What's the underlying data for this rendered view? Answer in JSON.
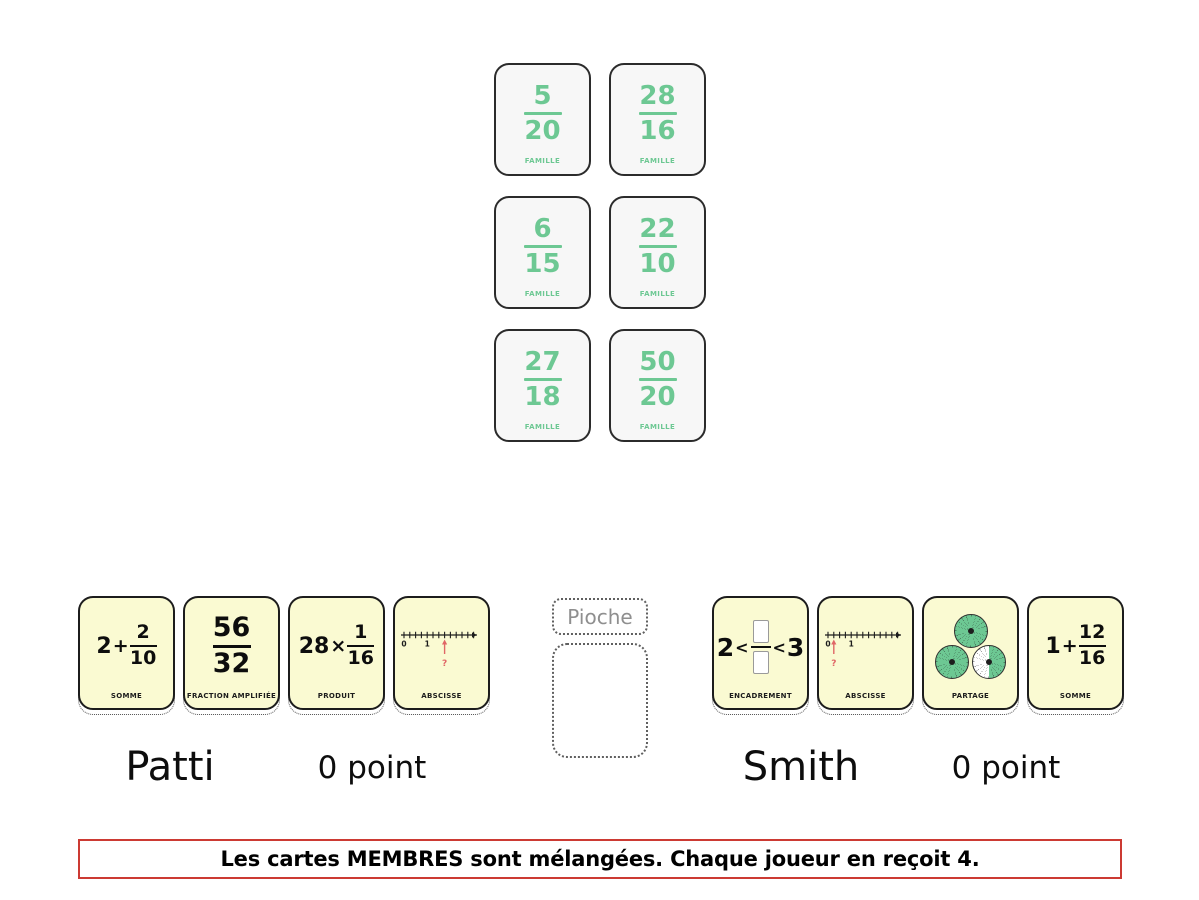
{
  "colors": {
    "accent_green": "#6dc893",
    "famille_card_bg": "#f7f7f7",
    "hand_card_bg": "#fafad2",
    "alert_border_red": "#cc3a33",
    "marker_red": "#e06666"
  },
  "famille_cards": [
    {
      "num": "5",
      "den": "20",
      "label": "FAMILLE"
    },
    {
      "num": "28",
      "den": "16",
      "label": "FAMILLE"
    },
    {
      "num": "6",
      "den": "15",
      "label": "FAMILLE"
    },
    {
      "num": "22",
      "den": "10",
      "label": "FAMILLE"
    },
    {
      "num": "27",
      "den": "18",
      "label": "FAMILLE"
    },
    {
      "num": "50",
      "den": "20",
      "label": "FAMILLE"
    }
  ],
  "pioche": {
    "label": "Pioche"
  },
  "players": [
    {
      "name": "Patti",
      "score": "0 point",
      "cards": [
        {
          "type": "somme",
          "whole": "2",
          "op": "+",
          "num": "2",
          "den": "10",
          "label": "SOMME"
        },
        {
          "type": "fraction_amplifiee",
          "num": "56",
          "den": "32",
          "label": "FRACTION AMPLIFIÉE"
        },
        {
          "type": "produit",
          "factor": "28",
          "op": "×",
          "num": "1",
          "den": "16",
          "label": "PRODUIT"
        },
        {
          "type": "abscisse",
          "tick0": "0",
          "tick1": "1",
          "question": "?",
          "label": "ABSCISSE"
        }
      ]
    },
    {
      "name": "Smith",
      "score": "0 point",
      "cards": [
        {
          "type": "encadrement",
          "lower": "2",
          "lt_left": "<",
          "lt_right": "<",
          "upper": "3",
          "label": "ENCADREMENT"
        },
        {
          "type": "abscisse",
          "tick0": "0",
          "tick1": "1",
          "question": "?",
          "label": "ABSCISSE"
        },
        {
          "type": "partage",
          "label": "PARTAGE"
        },
        {
          "type": "somme",
          "whole": "1",
          "op": "+",
          "num": "12",
          "den": "16",
          "label": "SOMME"
        }
      ]
    }
  ],
  "message": "Les cartes MEMBRES sont mélangées. Chaque joueur en reçoit 4."
}
